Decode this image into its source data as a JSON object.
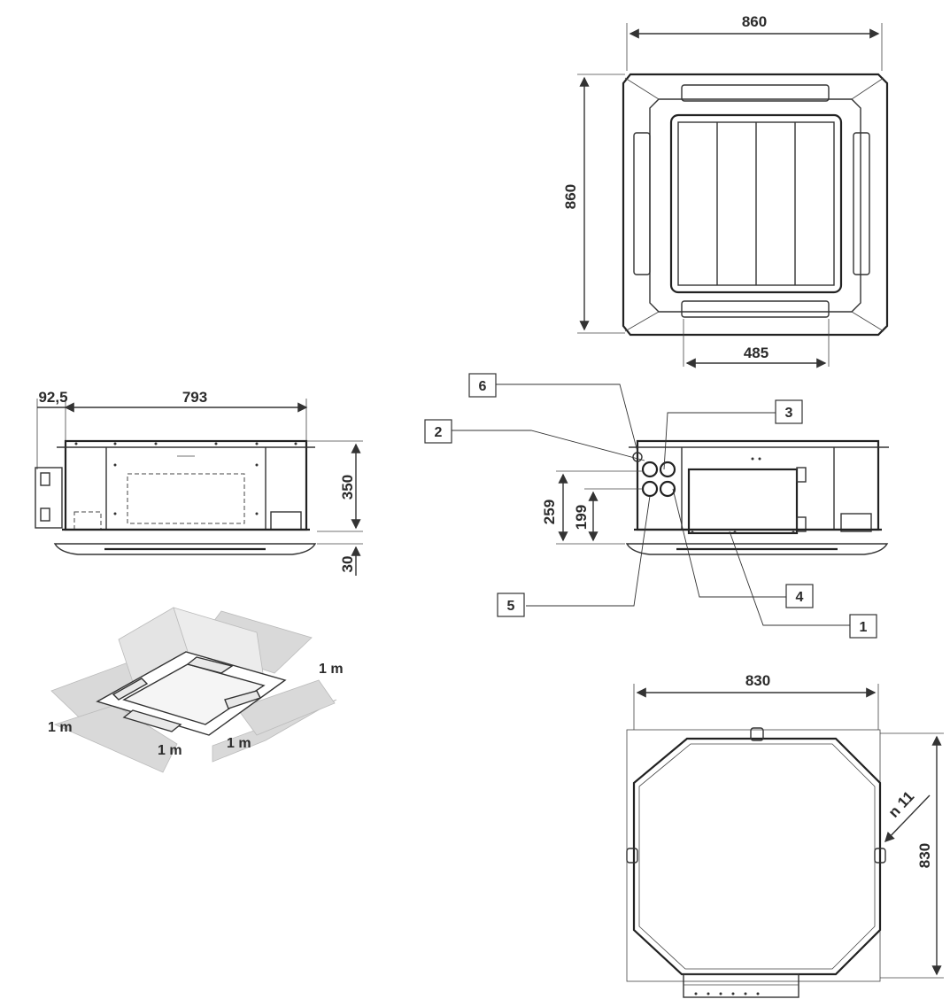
{
  "top_view": {
    "width": "860",
    "height": "860",
    "grille": "485"
  },
  "front_view": {
    "offset": "92,5",
    "width": "793",
    "height": "350",
    "panel": "30"
  },
  "side_view": {
    "h1": "259",
    "h2": "199"
  },
  "callouts": [
    "1",
    "2",
    "3",
    "4",
    "5",
    "6"
  ],
  "clearance": {
    "left": "1 m",
    "right": "1 m",
    "bottom_left": "1 m",
    "bottom_right": "1 m"
  },
  "mount_view": {
    "width": "830",
    "height": "830",
    "hole": "n 11"
  }
}
